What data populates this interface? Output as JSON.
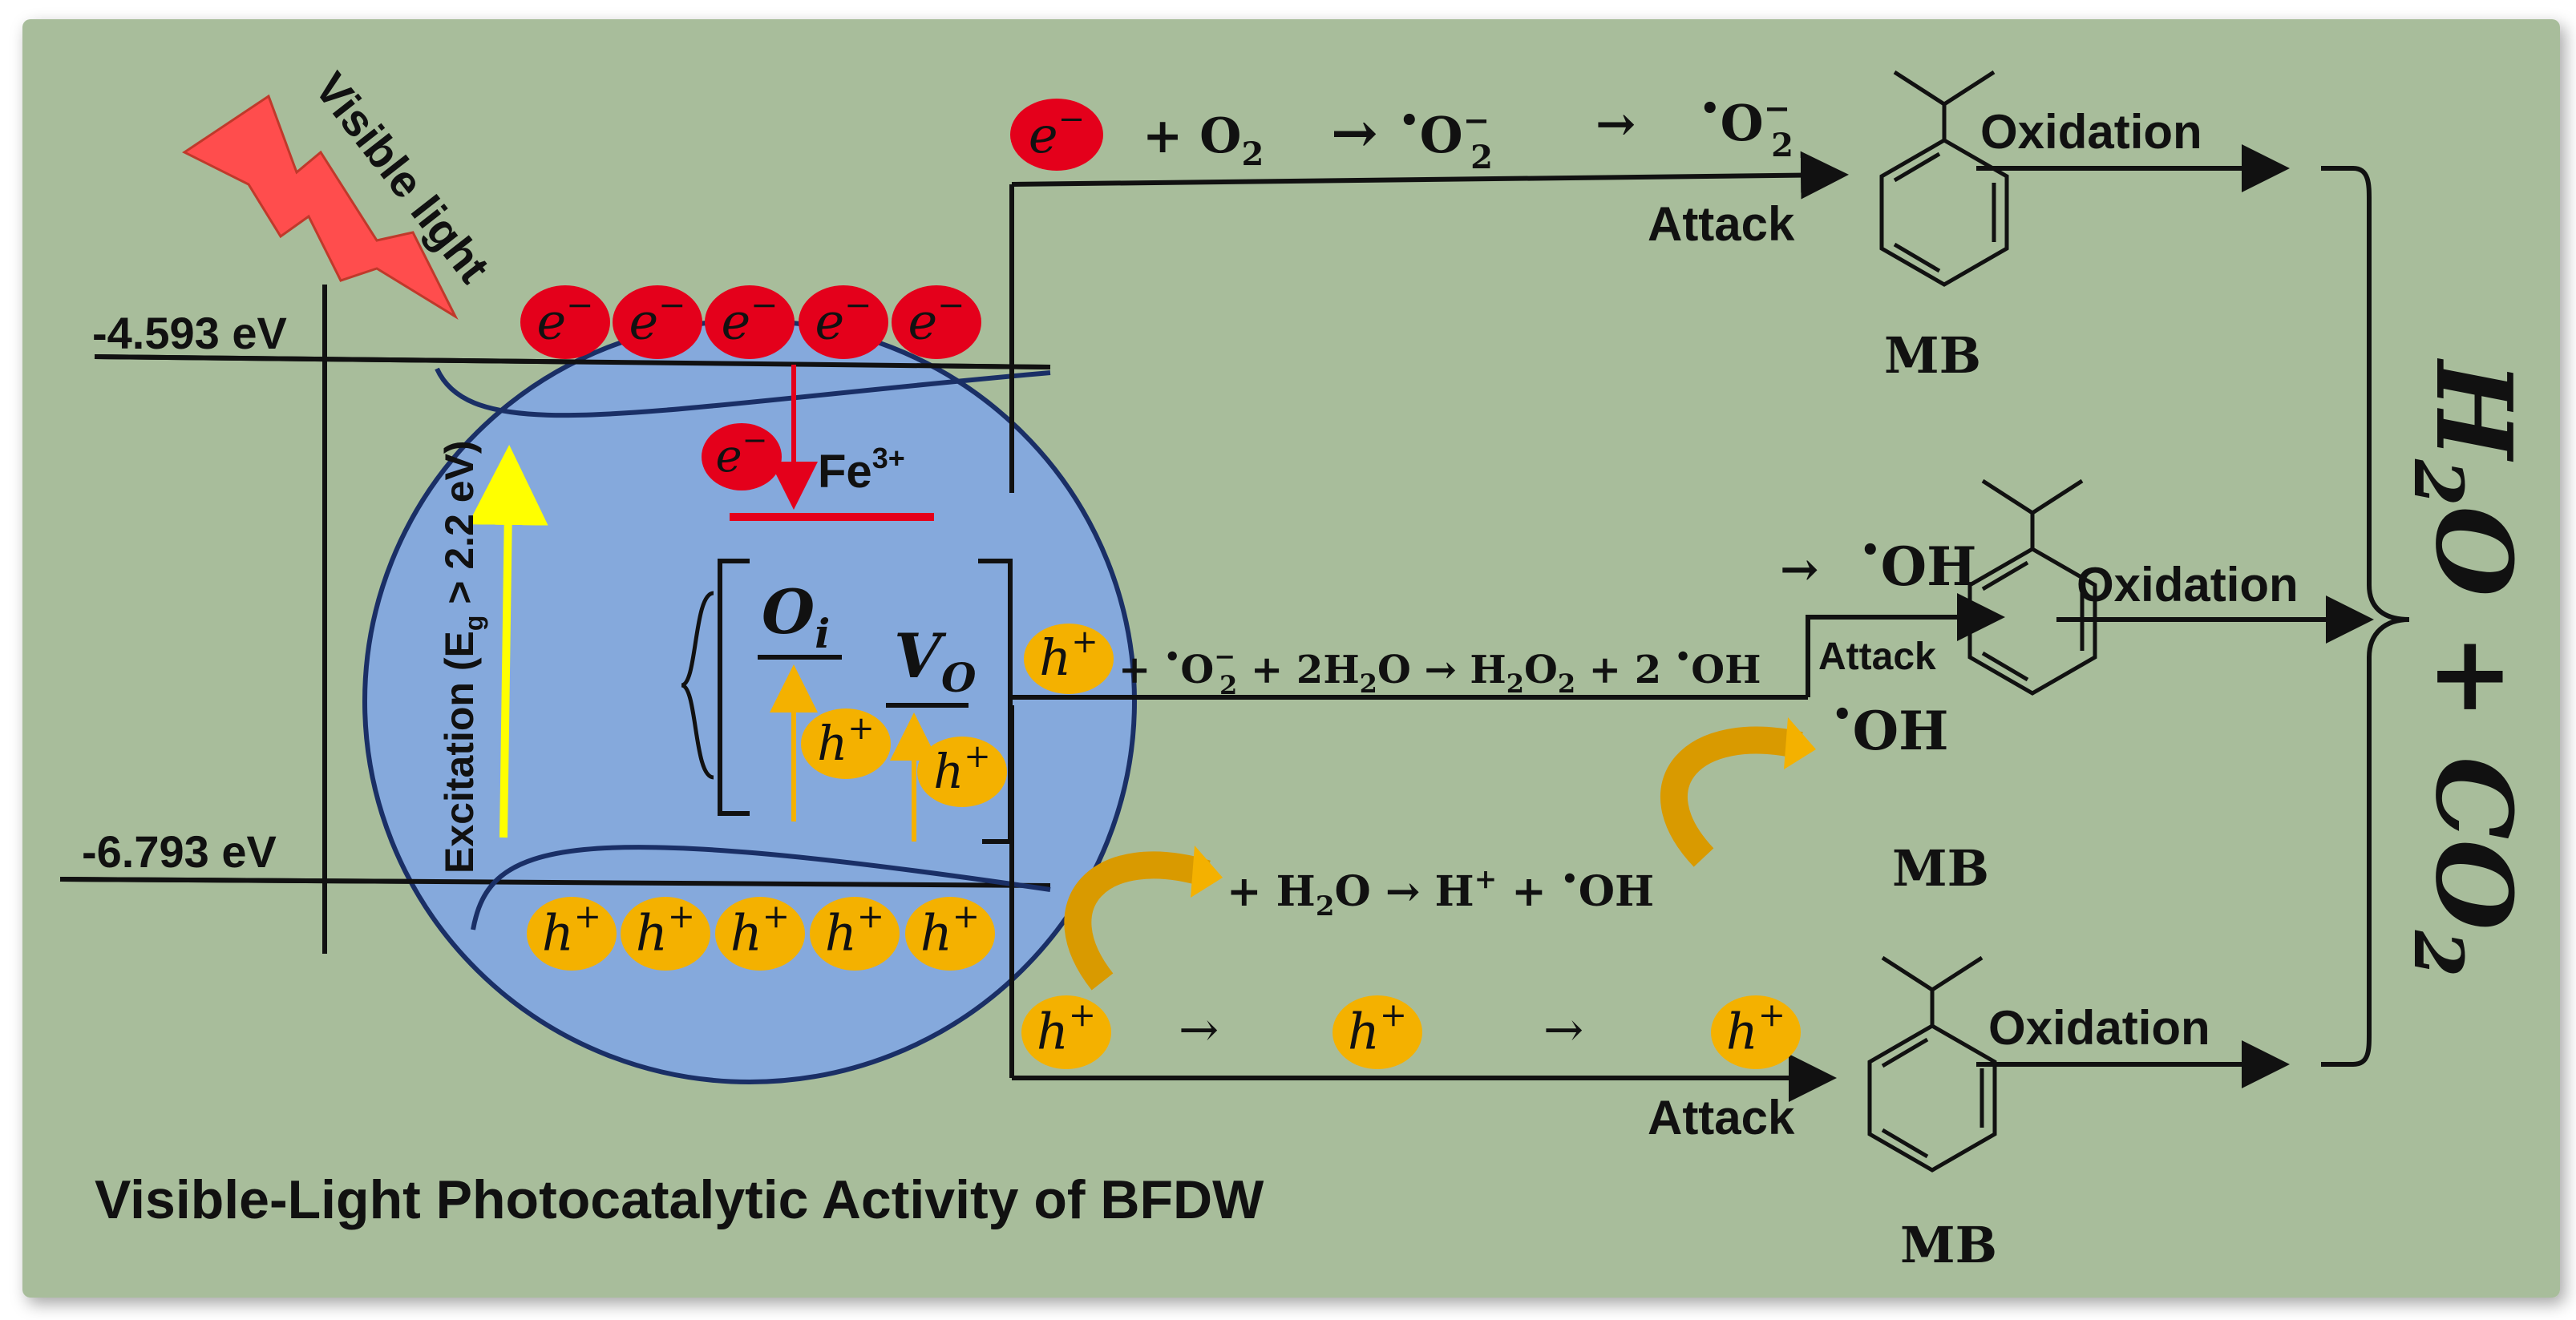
{
  "title": "Visible-Light Photocatalytic Activity of BFDW",
  "light_label": "Visible light",
  "cb_energy": "-4.593 eV",
  "vb_energy": "-6.793 eV",
  "excitation_label": "Excitation (E",
  "excitation_sub": "g",
  "excitation_rest": " > 2.2 eV)",
  "electron": "e",
  "hole": "h",
  "minus": "−",
  "plus": "+",
  "fe_label": "Fe",
  "fe_charge": "3+",
  "oi_main": "O",
  "oi_sub": "i",
  "vo_main": "V",
  "vo_sub": "O",
  "product_main": "H",
  "product_sub": "2",
  "product_mid": "O + CO",
  "product_sub2": "2",
  "attack": "Attack",
  "oxidation": "Oxidation",
  "mb": "MB",
  "arrow": "→",
  "radical_dot": "•",
  "oh": "OH",
  "o2_plus": "+  O",
  "o2_sub": "2",
  "o2_arrow": " → ",
  "superoxide_o": "O",
  "superoxide_sub": "2",
  "superoxide_sup": "−",
  "eq2_left": " + ",
  "eq2_mid": " + 2H",
  "eq2_h2o_sub": "2",
  "eq2_h2o_o": "O → H",
  "eq2_h2o2_sub1": "2",
  "eq2_o": "O",
  "eq2_h2o2_sub2": "2",
  "eq2_end": " + 2 ",
  "eq3_start": "+ H",
  "eq3_sub": "2",
  "eq3_rest": "O  →  H",
  "eq3_plus_sup": "+",
  "eq3_end": " +  ",
  "colors": {
    "background": "#a8bd9b",
    "sphere": "#85a9dc",
    "sphere_outline": "#1a2f66",
    "electron": "#e4001b",
    "hole": "#f4b100",
    "bolt": "#ff4d4d",
    "fe_bar": "#e4001b",
    "yellow_arrow": "#ffff00"
  }
}
